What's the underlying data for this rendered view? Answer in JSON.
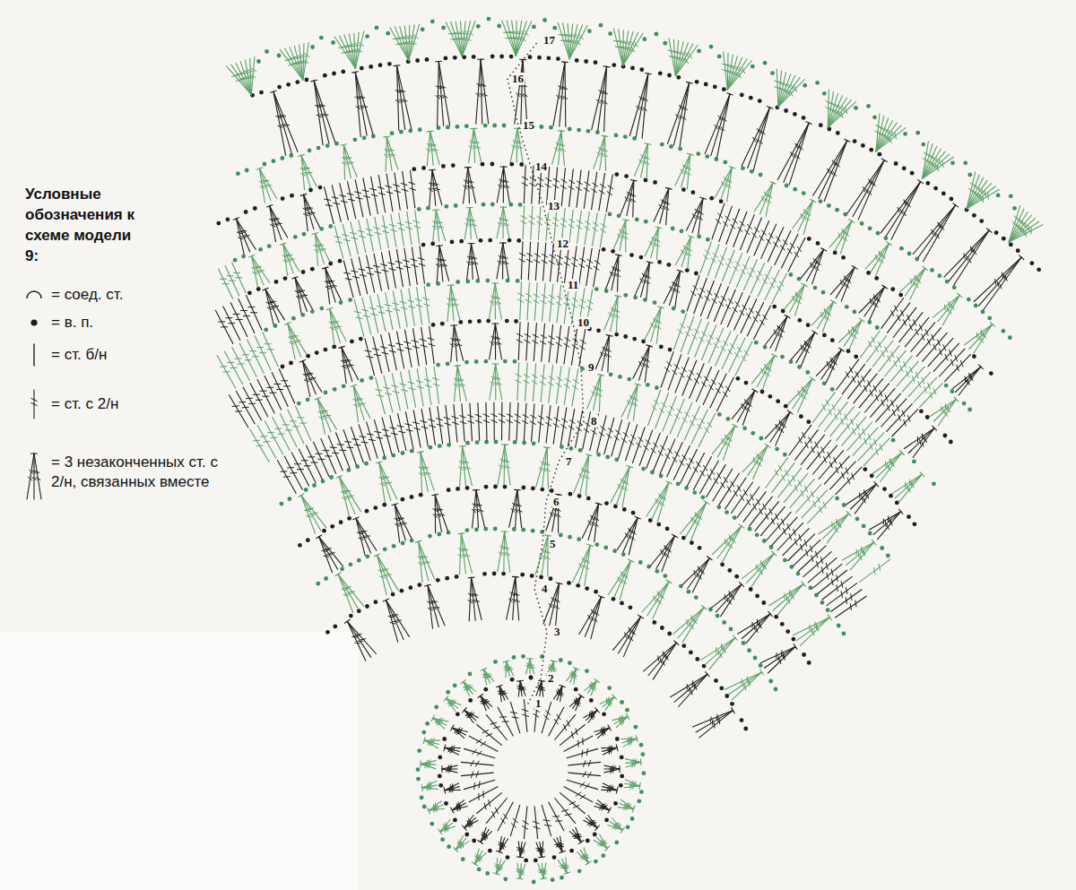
{
  "diagram": {
    "title": "Условные обозначения к схеме модели 9:",
    "labels": [
      "1",
      "2",
      "3",
      "4",
      "5",
      "6",
      "7",
      "8",
      "9",
      "10",
      "11",
      "12",
      "13",
      "14",
      "15",
      "16",
      "17"
    ],
    "legend": [
      {
        "text": "= соед. ст."
      },
      {
        "text": "= в. п."
      },
      {
        "text": "= ст. б/н"
      },
      {
        "text": "= ст. с 2/н"
      },
      {
        "text": "= 3 незаконченных ст. с 2/н, связанных вместе"
      }
    ]
  }
}
